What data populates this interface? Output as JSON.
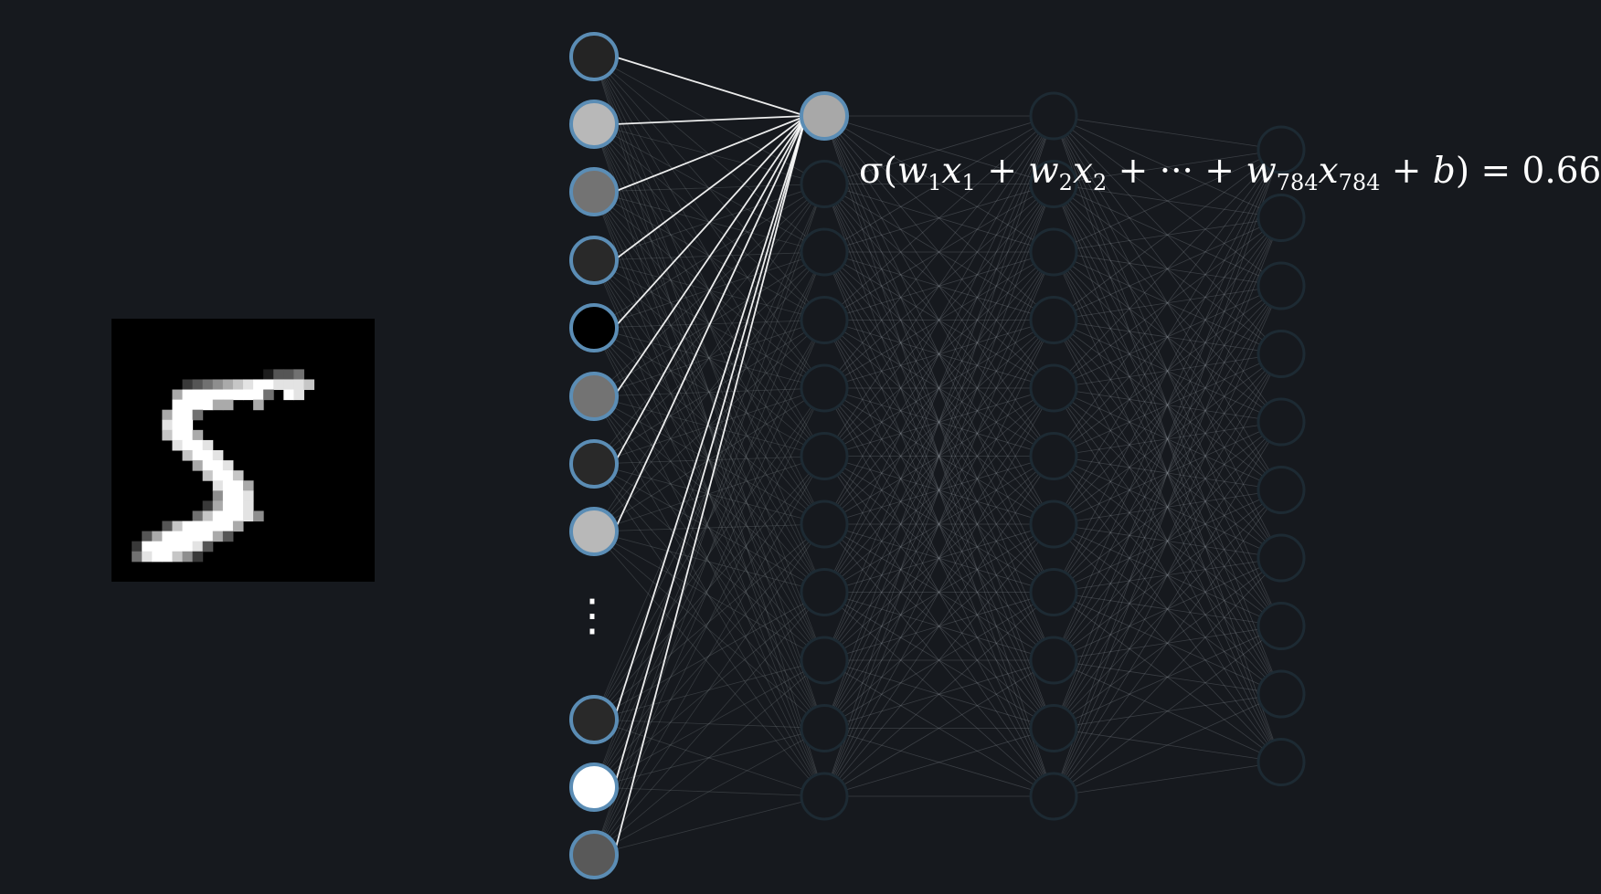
{
  "input_image": {
    "description_digit": "5",
    "pixels": [
      "..........................",
      "..........................",
      "..........................",
      "..........................",
      "..........................",
      "...............1334.......",
      ".......2345678998887......",
      "......6999999994.98.......",
      "......999966..6...........",
      ".....6994.................",
      ".....899..................",
      ".....7996.................",
      "......8998................",
      ".......7998...............",
      "........6998..............",
      ".........7997.............",
      "..........8996............",
      "..........5998............",
      ".........26998............",
      "........4799985...........",
      ".....37999996.............",
      "...369999963..............",
      "..29999983................",
      "..4899752.................",
      "..........................",
      ".........................."
    ]
  },
  "network": {
    "input_layer": {
      "activations": [
        0.14,
        0.72,
        0.45,
        0.16,
        0.0,
        0.45,
        0.16,
        0.72,
        0.16,
        1.0,
        0.35
      ],
      "ellipsis": "⋮"
    },
    "hidden_layer_1": {
      "count": 11,
      "active_index": 0,
      "active_value": 0.66
    },
    "hidden_layer_2": {
      "count": 11
    },
    "output_layer": {
      "count": 10
    }
  },
  "formula": {
    "sigma": "σ(",
    "w1": "w",
    "sub_1a": "1",
    "x1": "x",
    "sub_1b": "1",
    "plus1": " + ",
    "w2": "w",
    "sub_2a": "2",
    "x2": "x",
    "sub_2b": "2",
    "plus2": " + ··· + ",
    "w784": "w",
    "sub_784a": "784",
    "x784": "x",
    "sub_784b": "784",
    "plus3": " + ",
    "b": "b",
    "close": ") = 0.66"
  },
  "colors": {
    "background": "#16191e",
    "neuron_stroke_active": "#5b8db5",
    "neuron_stroke_dim": "#1d2a33",
    "highlight_line": "#ffffff",
    "mesh_line": "#8a8f95"
  }
}
